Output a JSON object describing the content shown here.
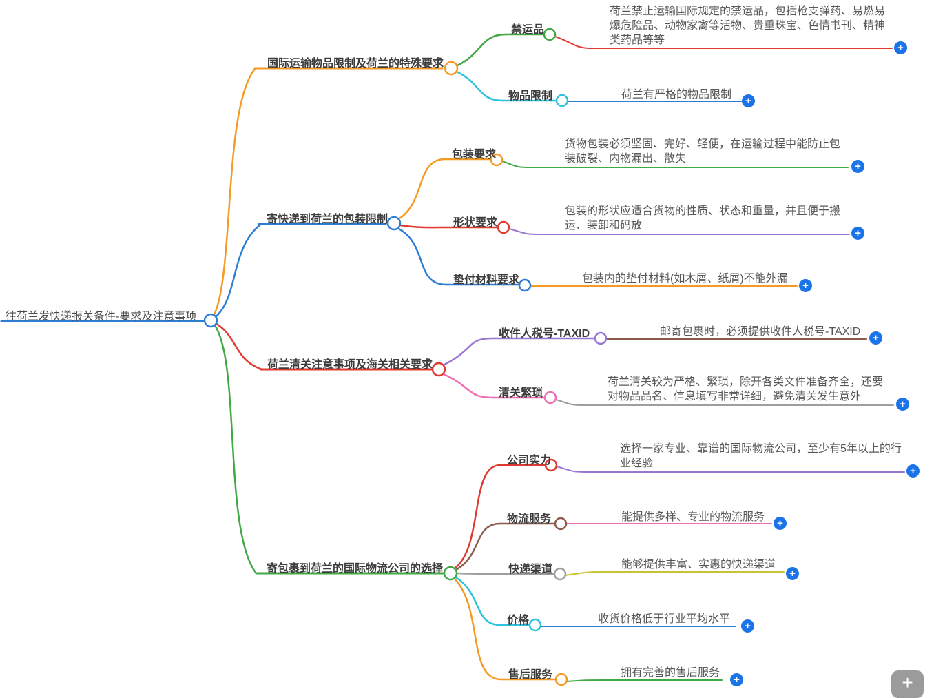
{
  "mindmap": {
    "root": {
      "label": "往荷兰发快递报关条件-要求及注意事项"
    },
    "branches": [
      {
        "label": "国际运输物品限制及荷兰的特殊要求",
        "children": [
          {
            "label": "禁运品",
            "detail": "荷兰禁止运输国际规定的禁运品，包括枪支弹药、易燃易爆危险品、动物家禽等活物、贵重珠宝、色情书刊、精神类药品等等"
          },
          {
            "label": "物品限制",
            "detail": "荷兰有严格的物品限制"
          }
        ]
      },
      {
        "label": "寄快递到荷兰的包装限制",
        "children": [
          {
            "label": "包装要求",
            "detail": "货物包装必须坚固、完好、轻便，在运输过程中能防止包装破裂、内物漏出、散失"
          },
          {
            "label": "形状要求",
            "detail": "包装的形状应适合货物的性质、状态和重量，并且便于搬运、装卸和码放"
          },
          {
            "label": "垫付材料要求",
            "detail": "包装内的垫付材料(如木屑、纸屑)不能外漏"
          }
        ]
      },
      {
        "label": "荷兰清关注意事项及海关相关要求",
        "children": [
          {
            "label": "收件人税号-TAXID",
            "detail": "邮寄包裹时，必须提供收件人税号-TAXID"
          },
          {
            "label": "清关繁琐",
            "detail": "荷兰清关较为严格、繁琐，除开各类文件准备齐全，还要对物品品名、信息填写非常详细，避免清关发生意外"
          }
        ]
      },
      {
        "label": "寄包裹到荷兰的国际物流公司的选择",
        "children": [
          {
            "label": "公司实力",
            "detail": "选择一家专业、靠谱的国际物流公司，至少有5年以上的行业经验"
          },
          {
            "label": "物流服务",
            "detail": "能提供多样、专业的物流服务"
          },
          {
            "label": "快递渠道",
            "detail": "能够提供丰富、实惠的快递渠道"
          },
          {
            "label": "价格",
            "detail": "收货价格低于行业平均水平"
          },
          {
            "label": "售后服务",
            "detail": "拥有完善的售后服务"
          }
        ]
      }
    ]
  },
  "icons": {
    "add_node": "+",
    "zoom_in": "+"
  },
  "colors": {
    "blue": "#2d7dd2",
    "orange": "#f59a23",
    "green": "#42a846",
    "red": "#e0392f",
    "cyan": "#2fc1dd",
    "purple": "#9878d3",
    "pink": "#f06eb4",
    "brown": "#8d5b4c",
    "gray": "#9e9e9e",
    "olive": "#c9c32f",
    "add_button": "#1a73e8"
  }
}
